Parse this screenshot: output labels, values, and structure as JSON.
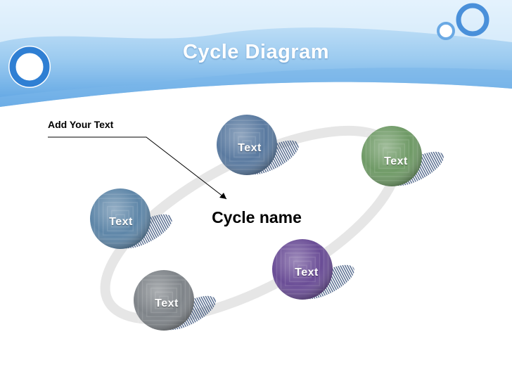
{
  "header": {
    "title": "Cycle Diagram"
  },
  "callout": {
    "text": "Add Your Text"
  },
  "center": {
    "label": "Cycle name"
  },
  "nodes": [
    {
      "label": "Text",
      "color": "#5a7aa0"
    },
    {
      "label": "Text",
      "color": "#6f9a66"
    },
    {
      "label": "Text",
      "color": "#5e86a8"
    },
    {
      "label": "Text",
      "color": "#6a4d96"
    },
    {
      "label": "Text",
      "color": "#7f8489"
    }
  ],
  "colors": {
    "banner_light": "#cfe6f8",
    "banner_dark": "#5aa2e2",
    "ring": "#e8e8e8"
  }
}
